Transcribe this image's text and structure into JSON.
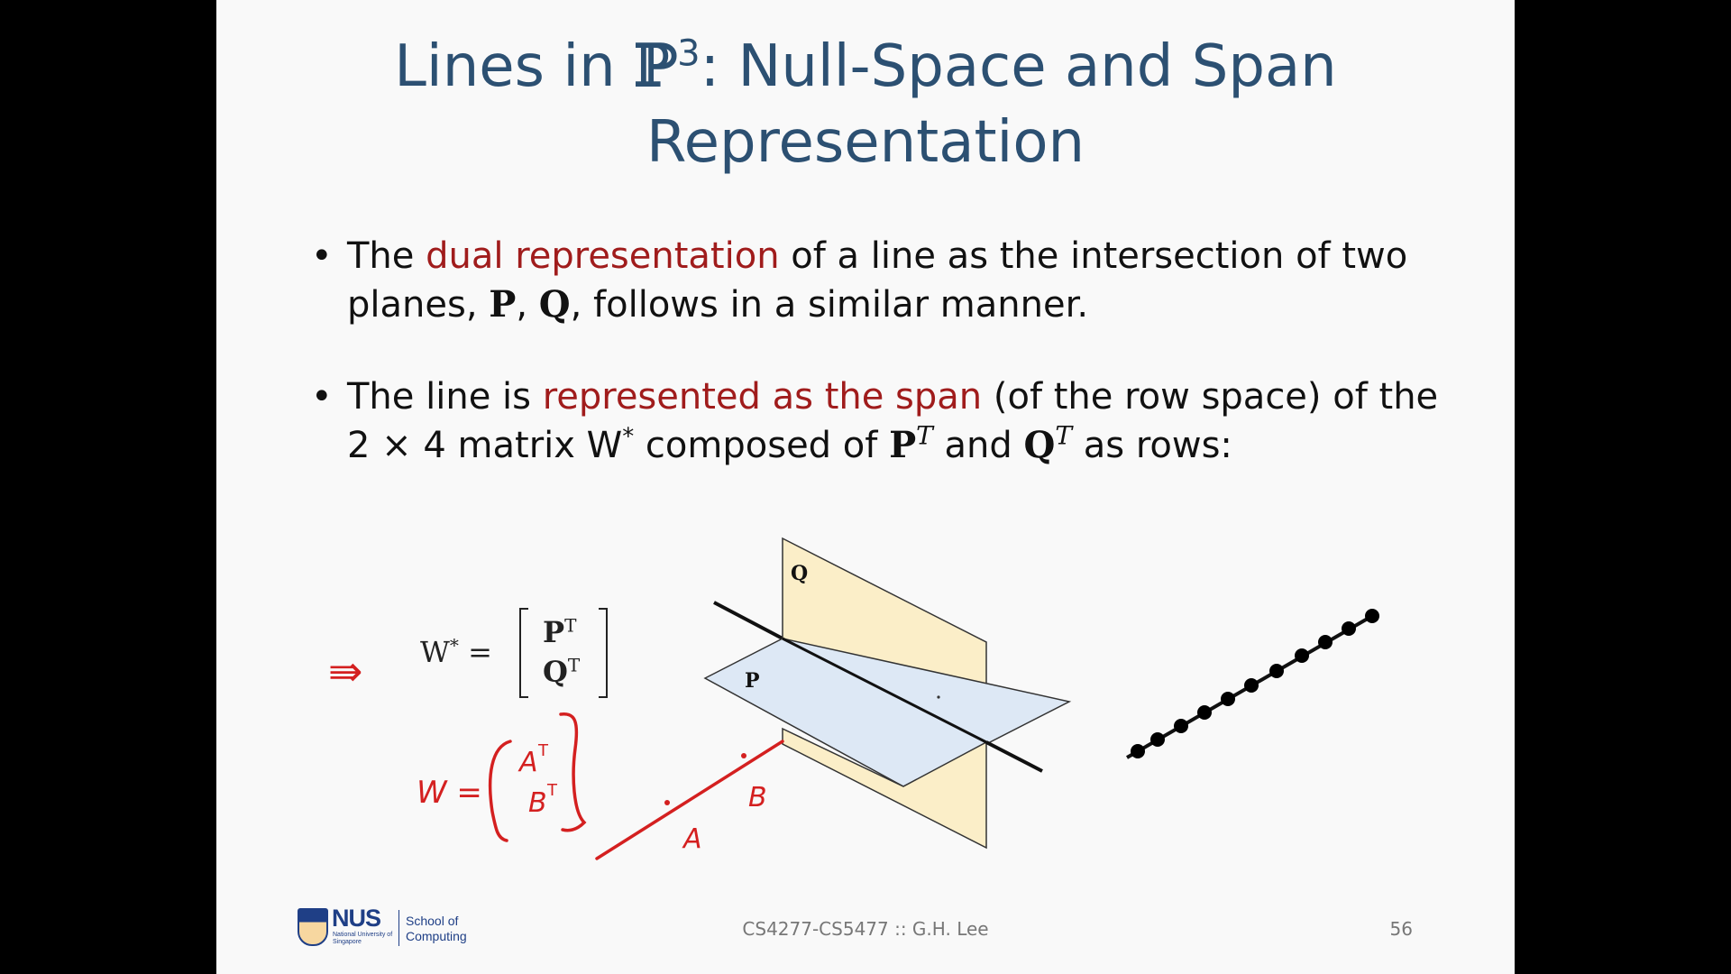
{
  "slide": {
    "title_pre": "Lines in ",
    "title_symbol": "ℙ",
    "title_sup": "3",
    "title_post": ": Null-Space and Span",
    "title_line2": "Representation"
  },
  "bullets": [
    {
      "marker": "•",
      "t1": "The ",
      "red": "dual representation",
      "t2": " of a line as the intersection of two planes, ",
      "p": "P",
      "comma": ", ",
      "q": "Q",
      "t3": ", follows in a similar manner."
    },
    {
      "marker": "•",
      "t1": "The line is ",
      "red": "represented as the span",
      "t2": " (of the row space) of the 2 × 4 matrix W",
      "star": "*",
      "t3": " composed of ",
      "p": "P",
      "sup": "T",
      "and": " and ",
      "q": "Q",
      "sup2": "T",
      "t4": " as rows:"
    }
  ],
  "equation": {
    "lhs": "W",
    "lhs_sup": "*",
    "equals": " =",
    "row1": "P",
    "row2": "Q",
    "sup": "T"
  },
  "figure": {
    "label_q": "Q",
    "label_p": "P",
    "plane_q_color": "#fbeec8",
    "plane_p_color": "#dde8f5",
    "ink_color": "#d42020"
  },
  "annotations": {
    "implies": "⇛",
    "w_text": "W =",
    "a_row": "A",
    "a_sup": "T",
    "b_row": "B",
    "b_sup": "T",
    "label_a": "A",
    "label_b": "B"
  },
  "footer": {
    "logo_name": "NUS",
    "logo_sub": "National University of Singapore",
    "school_line1": "School of",
    "school_line2": "Computing",
    "course": "CS4277-CS5477 :: G.H. Lee",
    "page": "56"
  }
}
